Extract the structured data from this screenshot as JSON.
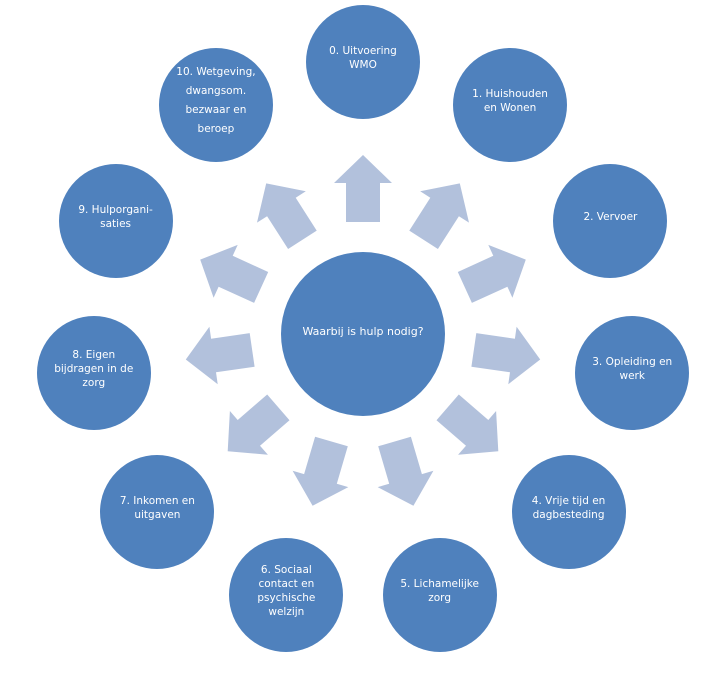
{
  "colors": {
    "node_fill": "#4F81BD",
    "arrow_fill": "#B2C1DC",
    "background": "#FFFFFF",
    "text": "#FFFFFF"
  },
  "center": {
    "label": "Waarbij is hulp nodig?"
  },
  "nodes": [
    {
      "lines": [
        "0. Uitvoering",
        "WMO"
      ]
    },
    {
      "lines": [
        "1. Huishouden",
        "en Wonen"
      ]
    },
    {
      "lines": [
        "2. Vervoer"
      ]
    },
    {
      "lines": [
        "3. Opleiding en",
        "werk"
      ]
    },
    {
      "lines": [
        "4. Vrije tijd en",
        "dagbesteding"
      ]
    },
    {
      "lines": [
        "5. Lichamelijke",
        "zorg"
      ]
    },
    {
      "lines": [
        "6. Sociaal",
        "contact en",
        "psychische",
        "welzijn"
      ]
    },
    {
      "lines": [
        "7. Inkomen en",
        "uitgaven"
      ]
    },
    {
      "lines": [
        "8.  Eigen",
        "bijdragen in de",
        "zorg"
      ]
    },
    {
      "lines": [
        "9. Hulporgani-",
        "saties"
      ]
    },
    {
      "lines": [
        "10. Wetgeving,",
        "dwangsom.",
        "bezwaar en",
        "beroep"
      ]
    }
  ]
}
